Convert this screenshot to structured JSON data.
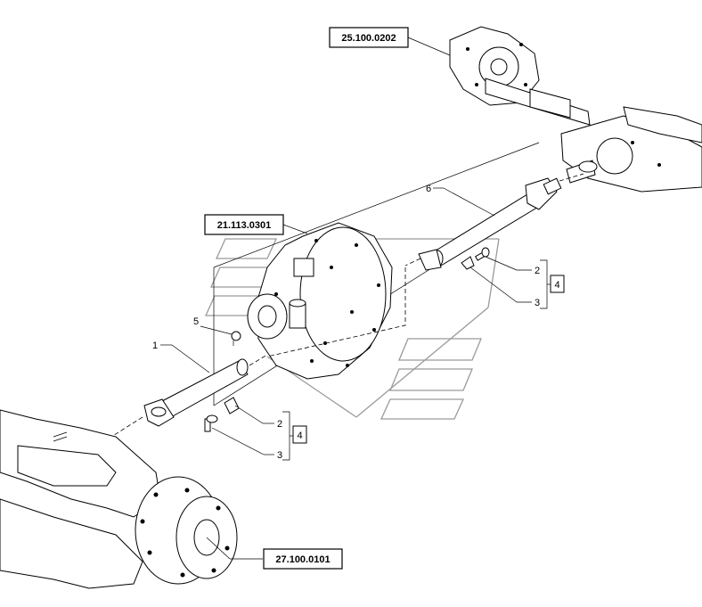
{
  "references": {
    "top_axle": "25.100.0202",
    "transmission": "21.113.0301",
    "bottom_axle": "27.100.0101"
  },
  "callouts": {
    "shaft_front": "1",
    "bolt_upper": "2",
    "clip_upper": "3",
    "kit_upper": "4",
    "grease_fitting": "5",
    "shaft_rear": "6",
    "bolt_lower": "2",
    "clip_lower": "3",
    "kit_lower": "4"
  },
  "colors": {
    "line": "#000000",
    "watermark": "#9a9a9a",
    "background": "#ffffff"
  }
}
